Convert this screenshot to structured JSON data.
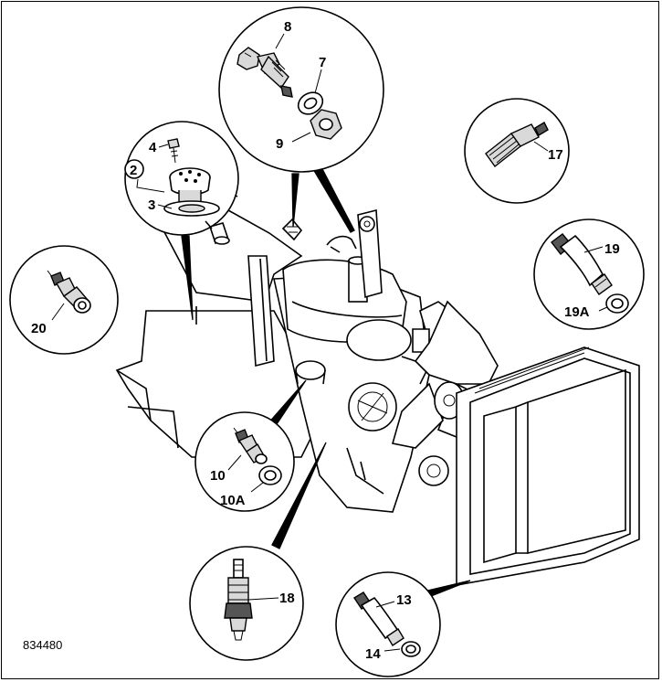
{
  "figure_code": "834480",
  "callouts": {
    "c2": "2",
    "c3": "3",
    "c4": "4",
    "c7": "7",
    "c8": "8",
    "c9": "9",
    "c10": "10",
    "c10A": "10A",
    "c13": "13",
    "c14": "14",
    "c17": "17",
    "c18": "18",
    "c19": "19",
    "c19A": "19A",
    "c20": "20"
  }
}
